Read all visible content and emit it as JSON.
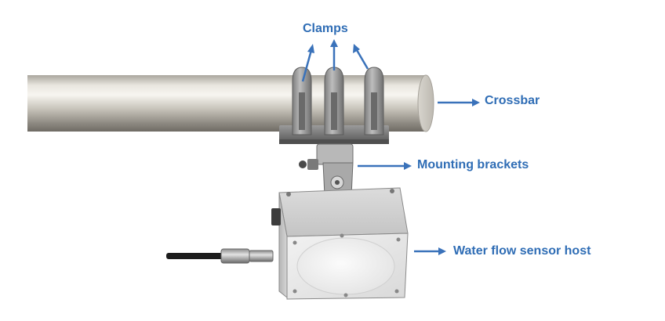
{
  "labels": {
    "clamps": "Clamps",
    "crossbar": "Crossbar",
    "mounting_brackets": "Mounting brackets",
    "sensor_host": "Water flow sensor host"
  },
  "colors": {
    "label_text": "#2f6db5",
    "arrow": "#3a72ba",
    "pipe": "#c9c5bd",
    "clamp_metal": "#9a9a9a",
    "sensor_body": "#e7e7e7",
    "sensor_face": "#f3f3f3"
  }
}
